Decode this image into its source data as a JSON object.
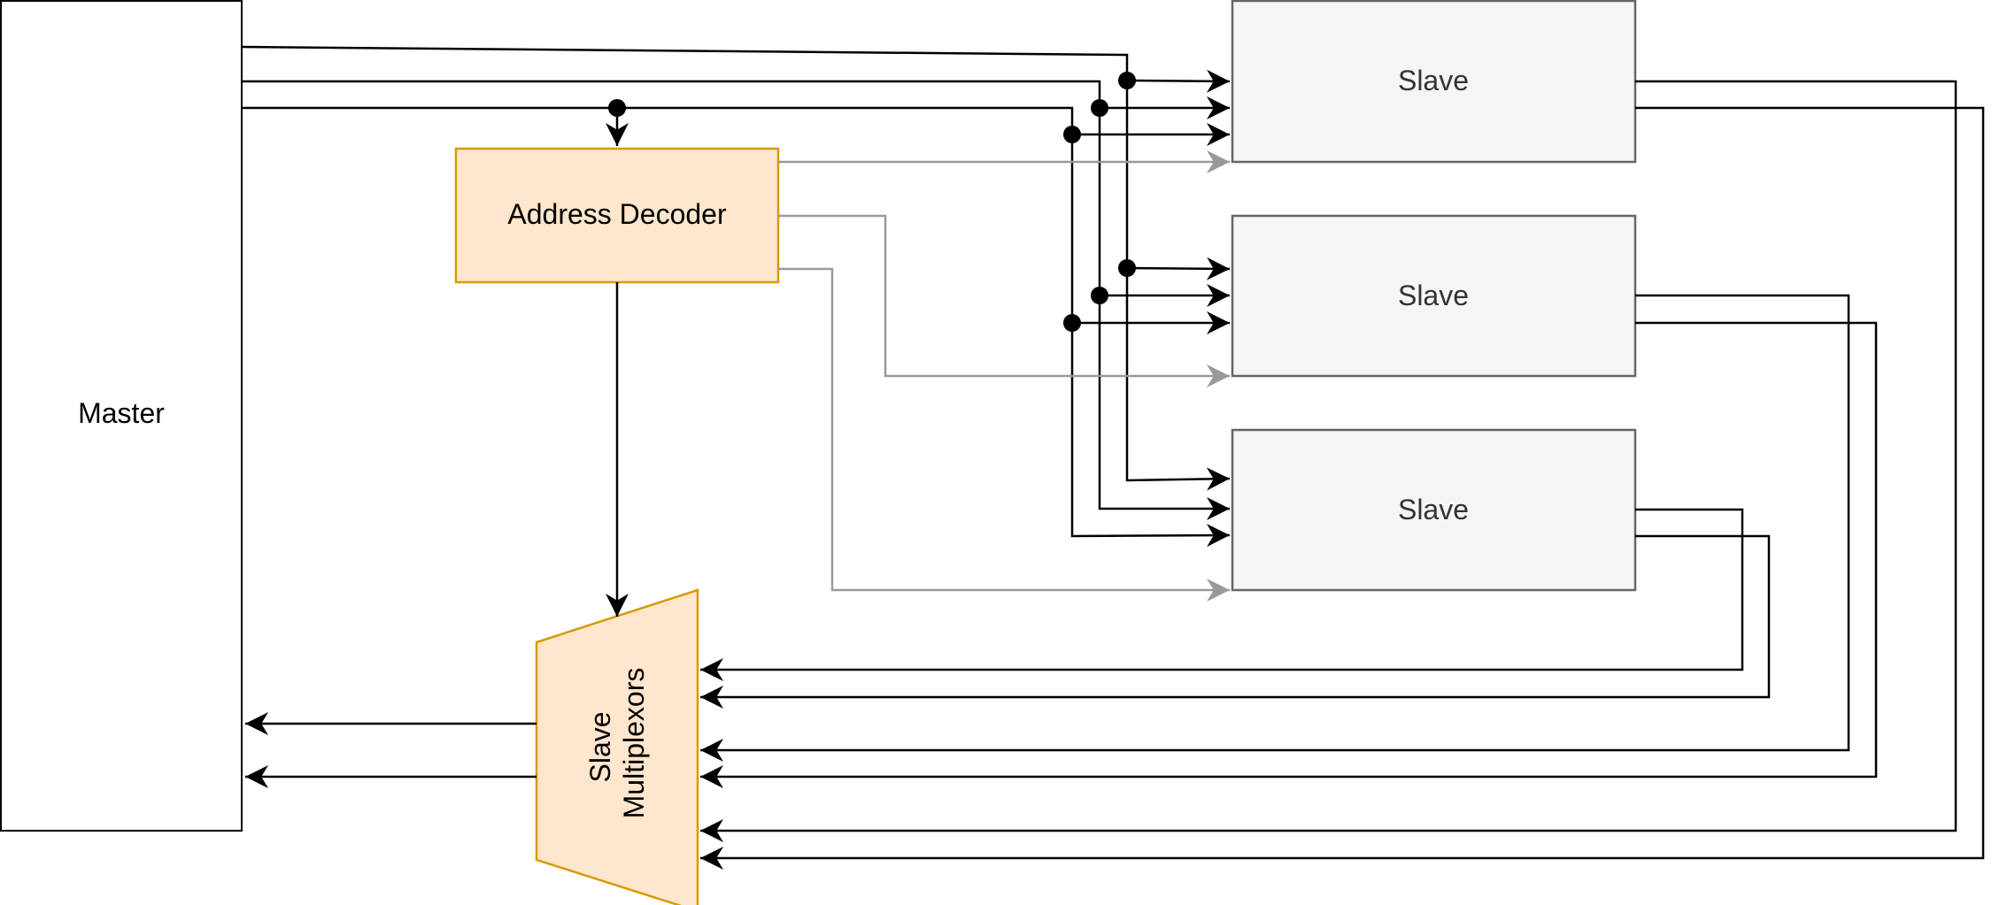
{
  "blocks": {
    "master": {
      "label": "Master",
      "fill": "#ffffff",
      "stroke": "#000000"
    },
    "address_decoder": {
      "label": "Address Decoder",
      "fill": "#ffe6cc",
      "stroke": "#d79b00"
    },
    "slave_mux": {
      "label_line1": "Slave",
      "label_line2": "Multiplexors",
      "fill": "#ffe6cc",
      "stroke": "#d79b00"
    },
    "slaves": [
      {
        "label": "Slave"
      },
      {
        "label": "Slave"
      },
      {
        "label": "Slave"
      }
    ],
    "slave_fill": "#f5f5f5",
    "slave_stroke": "#666666",
    "slave_text_color": "#333333"
  },
  "colors": {
    "bus": "#000000",
    "select": "#999999"
  }
}
